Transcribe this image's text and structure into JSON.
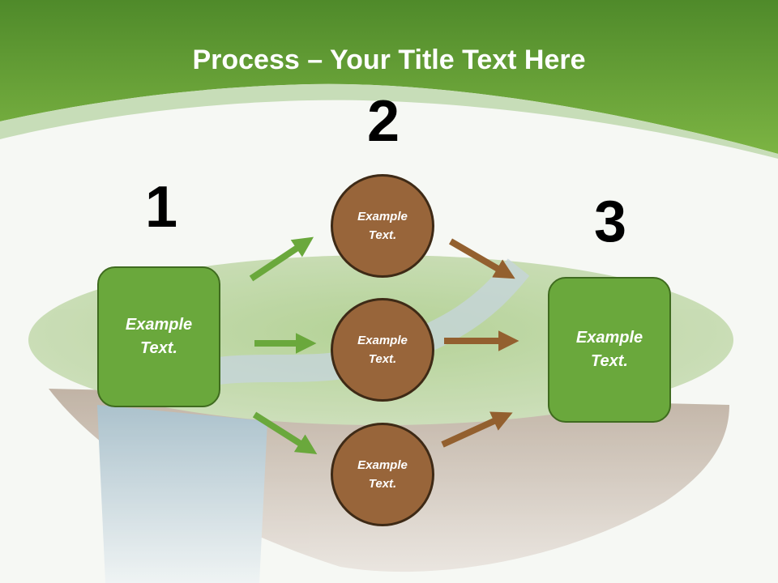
{
  "title": {
    "bold": "Process",
    "rest": " – Your Title Text Here"
  },
  "steps": [
    {
      "number": "1",
      "text": "Example\nText."
    },
    {
      "number": "2",
      "circles": [
        "Example\nText.",
        "Example\nText.",
        "Example\nText."
      ]
    },
    {
      "number": "3",
      "text": "Example\nText."
    }
  ],
  "colors": {
    "header_green": "#6aa83c",
    "box_fill": "#6aa83c",
    "circle_fill": "#98653a",
    "green_arrow": "#6aa83c",
    "brown_arrow": "#93602f"
  }
}
